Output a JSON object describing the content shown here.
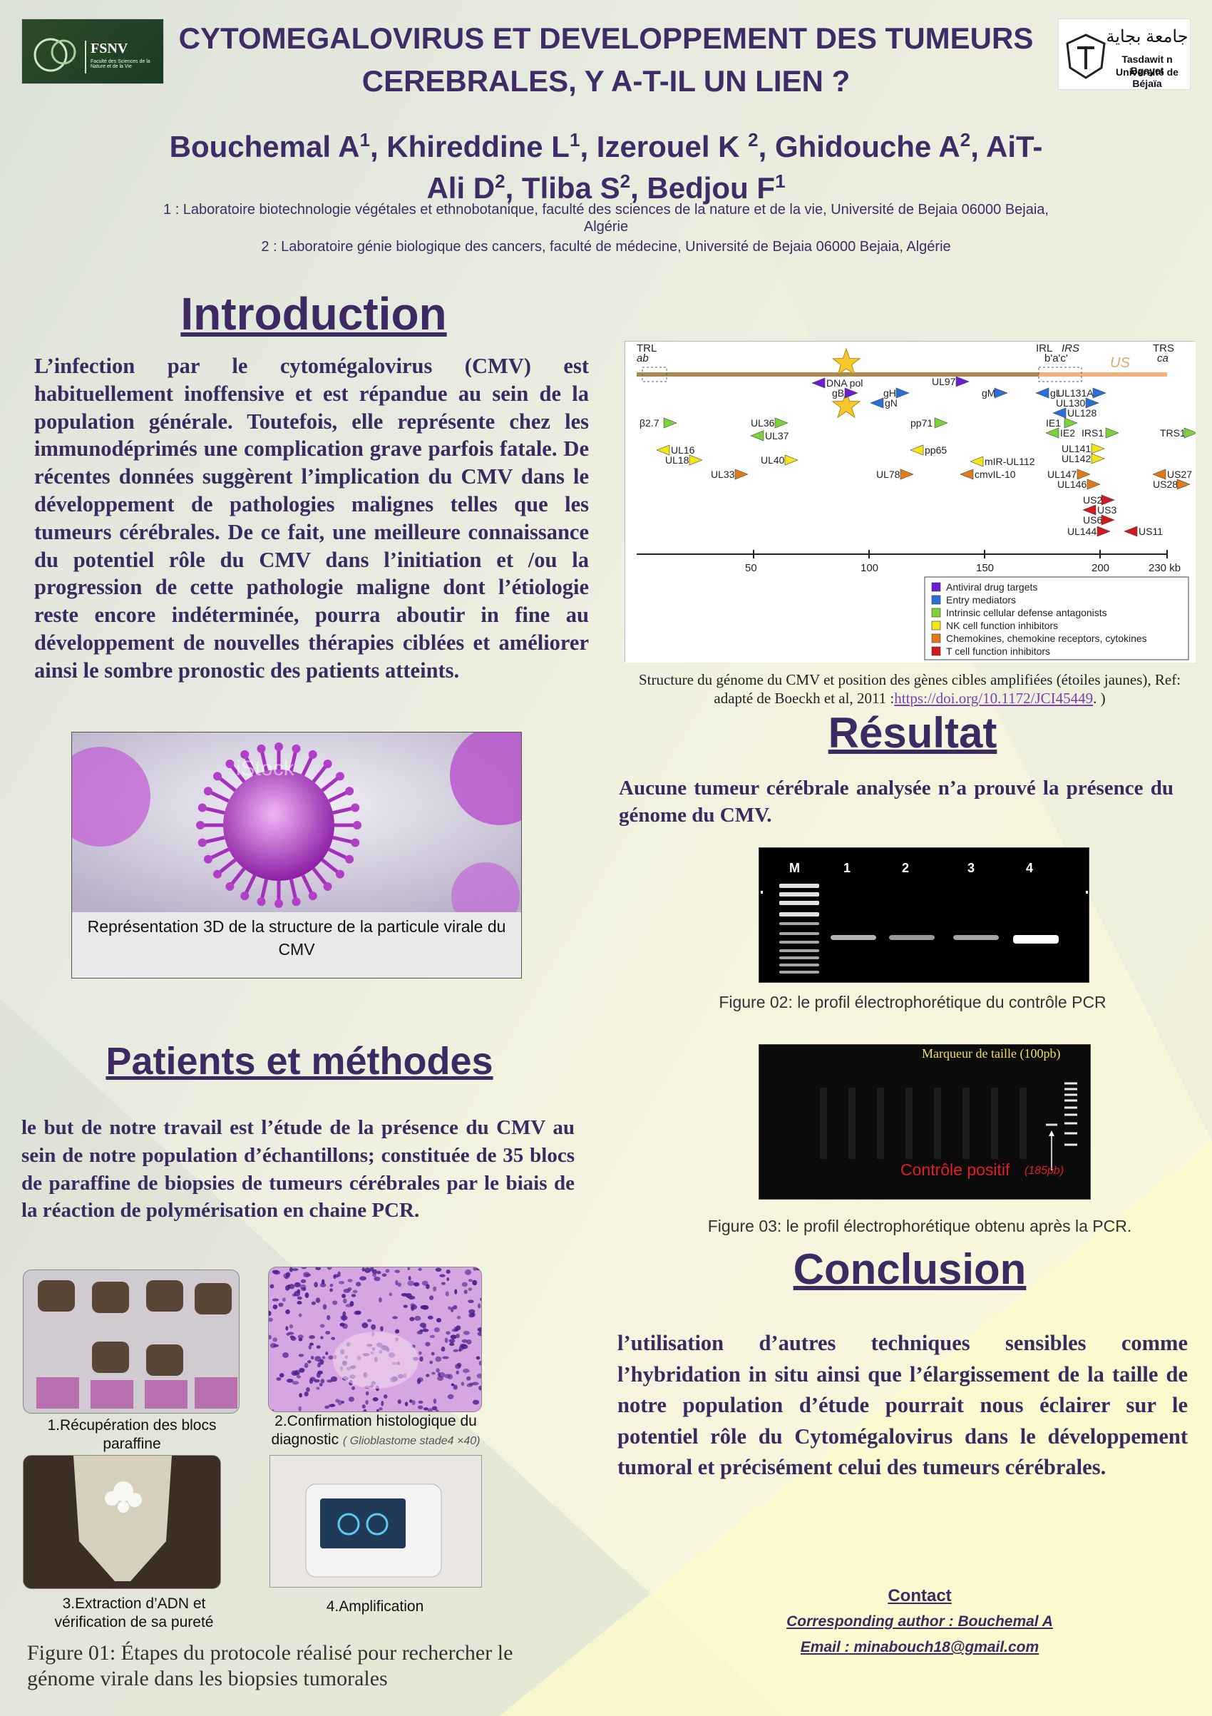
{
  "header": {
    "title": "CYTOMEGALOVIRUS ET DEVELOPPEMENT DES TUMEURS CEREBRALES, Y A-T-IL UN LIEN ?",
    "authors_line1": "Bouchemal A",
    "authors_text": "Bouchemal A1, Khireddine L1, Izerouel K 2, Ghidouche A2, AiT-Ali D2, Tliba S2, Bedjou F1",
    "affiliation1": "1 : Laboratoire biotechnologie végétales et ethnobotanique, faculté des sciences de la nature et de la vie, Université de Bejaia 06000 Bejaia, Algérie",
    "affiliation2": "2 : Laboratoire génie biologique des cancers, faculté de médecine, Université de Bejaia 06000 Bejaia, Algérie",
    "logo_left_text": "FSNV",
    "logo_left_sub": "Faculté des Sciences de la Nature et de la Vie",
    "logo_right_arabic": "جامعة بجاية",
    "logo_right_line1": "Tasdawit n Bgayet",
    "logo_right_line2": "Université de Béjaïa"
  },
  "intro": {
    "heading": "Introduction",
    "text": "L’infection par le cytomégalovirus (CMV) est habituellement inoffensive et est répandue au sein de la population générale. Toutefois, elle représente chez les immunodéprimés une complication grave parfois fatale. De récentes données suggèrent l’implication du CMV dans le développement de pathologies malignes telles que les tumeurs cérébrales. De ce fait, une meilleure connaissance du potentiel rôle du CMV dans l’initiation et /ou la progression de cette pathologie maligne dont l’étiologie reste encore indéterminée, pourra aboutir in fine au développement de nouvelles thérapies ciblées et améliorer ainsi le sombre pronostic des patients atteints."
  },
  "genome_figure": {
    "caption": "Structure du génome du CMV et position des gènes cibles amplifiées (étoiles jaunes), Ref: adapté de Boeckh et al, 2011 :",
    "link": "https://doi.org/10.1172/JCI45449",
    "caption_end": ". )",
    "regions": [
      "TRL",
      "ab",
      "IRL",
      "IRS",
      "b'a'c'",
      "US",
      "TRS",
      "ca"
    ],
    "axis_ticks": [
      "50",
      "100",
      "150",
      "200",
      "230 kb"
    ],
    "legend": [
      {
        "label": "Antiviral drug targets",
        "color": "#6a1fd0"
      },
      {
        "label": "Entry mediators",
        "color": "#2a6fd6"
      },
      {
        "label": "Intrinsic cellular defense antagonists",
        "color": "#7fd13b"
      },
      {
        "label": "NK cell function inhibitors",
        "color": "#f2e61a"
      },
      {
        "label": "Chemokines, chemokine receptors, cytokines",
        "color": "#e07a1a"
      },
      {
        "label": "T cell function inhibitors",
        "color": "#d0181f"
      }
    ],
    "genes": [
      {
        "label": "DNA pol",
        "col": "#6a1fd0"
      },
      {
        "label": "gB",
        "col": "#6a1fd0"
      },
      {
        "label": "gH",
        "col": "#2a6fd6"
      },
      {
        "label": "gN",
        "col": "#2a6fd6"
      },
      {
        "label": "UL97",
        "col": "#6a1fd0"
      },
      {
        "label": "gM",
        "col": "#2a6fd6"
      },
      {
        "label": "gL",
        "col": "#2a6fd6"
      },
      {
        "label": "UL131A",
        "col": "#2a6fd6"
      },
      {
        "label": "UL130",
        "col": "#2a6fd6"
      },
      {
        "label": "UL128",
        "col": "#2a6fd6"
      },
      {
        "label": "β2.7",
        "col": "#7fd13b"
      },
      {
        "label": "UL36",
        "col": "#7fd13b"
      },
      {
        "label": "UL37",
        "col": "#7fd13b"
      },
      {
        "label": "pp71",
        "col": "#7fd13b"
      },
      {
        "label": "IE1",
        "col": "#7fd13b"
      },
      {
        "label": "IE2",
        "col": "#7fd13b"
      },
      {
        "label": "IRS1",
        "col": "#7fd13b"
      },
      {
        "label": "TRS1",
        "col": "#7fd13b"
      },
      {
        "label": "UL16",
        "col": "#f2e61a"
      },
      {
        "label": "UL18",
        "col": "#f2e61a"
      },
      {
        "label": "UL40",
        "col": "#f2e61a"
      },
      {
        "label": "pp65",
        "col": "#f2e61a"
      },
      {
        "label": "UL141",
        "col": "#f2e61a"
      },
      {
        "label": "UL142",
        "col": "#f2e61a"
      },
      {
        "label": "mIR-UL112",
        "col": "#f2e61a"
      },
      {
        "label": "UL33",
        "col": "#e07a1a"
      },
      {
        "label": "UL78",
        "col": "#e07a1a"
      },
      {
        "label": "cmvIL-10",
        "col": "#e07a1a"
      },
      {
        "label": "UL147",
        "col": "#e07a1a"
      },
      {
        "label": "UL146",
        "col": "#e07a1a"
      },
      {
        "label": "US27",
        "col": "#e07a1a"
      },
      {
        "label": "US28",
        "col": "#e07a1a"
      },
      {
        "label": "US2",
        "col": "#d0181f"
      },
      {
        "label": "US3",
        "col": "#d0181f"
      },
      {
        "label": "US6",
        "col": "#d0181f"
      },
      {
        "label": "UL144",
        "col": "#d0181f"
      },
      {
        "label": "US11",
        "col": "#d0181f"
      }
    ]
  },
  "virus_figure": {
    "caption": "Représentation 3D de la structure de la particule virale du CMV",
    "watermark": "iStock"
  },
  "methods": {
    "heading": "Patients et méthodes",
    "text": "le but de notre travail est l’étude de la présence du CMV au sein de notre population d’échantillons; constituée de 35 blocs de paraffine de biopsies de tumeurs cérébrales par le biais de la réaction de polymérisation en chaine PCR.",
    "steps": [
      {
        "label": "1.Récupération des blocs paraffine"
      },
      {
        "label": "2.Confirmation histologique du diagnostic",
        "note": "( Glioblastome stade4 ×40)"
      },
      {
        "label": "3.Extraction d’ADN et vérification de sa pureté"
      },
      {
        "label": "4.Amplification"
      }
    ],
    "figure_caption": "Figure 01: Étapes du protocole réalisé pour rechercher le génome virale dans les biopsies tumorales"
  },
  "results": {
    "heading": "Résultat",
    "text": "Aucune tumeur cérébrale analysée n’a prouvé la présence du génome du CMV.",
    "gel1_lanes": [
      "M",
      "1",
      "2",
      "3",
      "4"
    ],
    "gel1_caption": "Figure 02: le profil électrophorétique du contrôle PCR",
    "gel2_marker_label": "Marqueur de taille (100pb)",
    "gel2_control": "Contrôle positif",
    "gel2_size": "(185pb)",
    "gel2_caption": "Figure 03: le profil électrophorétique obtenu après la PCR."
  },
  "conclusion": {
    "heading": "Conclusion",
    "text": "l’utilisation d’autres techniques sensibles comme l’hybridation in situ ainsi que l’élargissement de la taille de notre population d’étude pourrait nous éclairer sur le potentiel rôle du Cytomégalovirus dans le développement tumoral et précisément celui des tumeurs cérébrales."
  },
  "contact": {
    "heading": "Contact",
    "author": "Corresponding author : Bouchemal A",
    "email": "Email : minabouch18@gmail.com"
  }
}
